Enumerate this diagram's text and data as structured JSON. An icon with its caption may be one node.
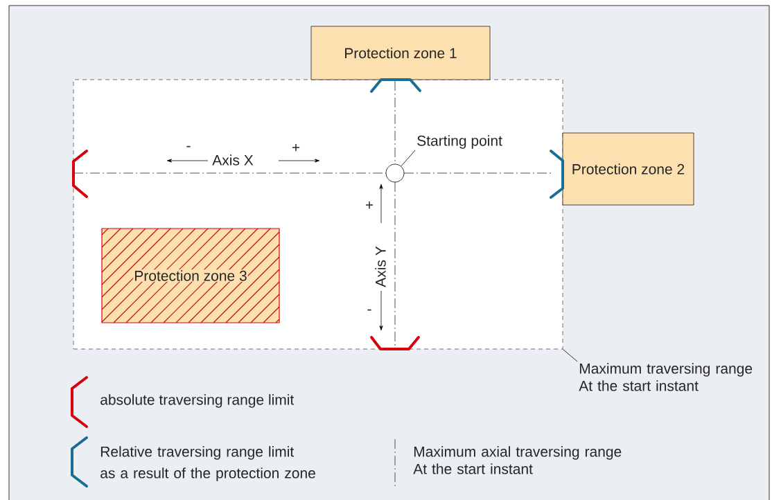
{
  "diagram": {
    "nodes": [
      {
        "text": [],
        "shape": "box"
      },
      {
        "text": [
          "Protection zone 1"
        ]
      },
      {
        "text": [
          "Protection zone 2"
        ]
      },
      {
        "text": [
          "Protection zone 3"
        ],
        "in": 0
      },
      {
        "text": [
          "Starting point"
        ],
        "in": 0
      },
      {
        "text": [],
        "shape": "circle",
        "in": 0
      },
      {
        "text": [
          "Maximum traversing range At the start instant"
        ]
      }
    ],
    "edges": [
      {
        "from": 4,
        "to": 5,
        "arrow": "none"
      },
      {
        "from": 6,
        "to": 0,
        "arrow": "none"
      }
    ],
    "labels": [
      "-",
      "Axis X",
      "+",
      "+",
      "Axis Y",
      "-"
    ],
    "legend": [
      {
        "text": "absolute traversing range limit"
      },
      {
        "text": "Relative traversing range limit as a result of the protection zone"
      },
      {
        "text": "Maximum axial traversing range At the start instant"
      }
    ]
  }
}
